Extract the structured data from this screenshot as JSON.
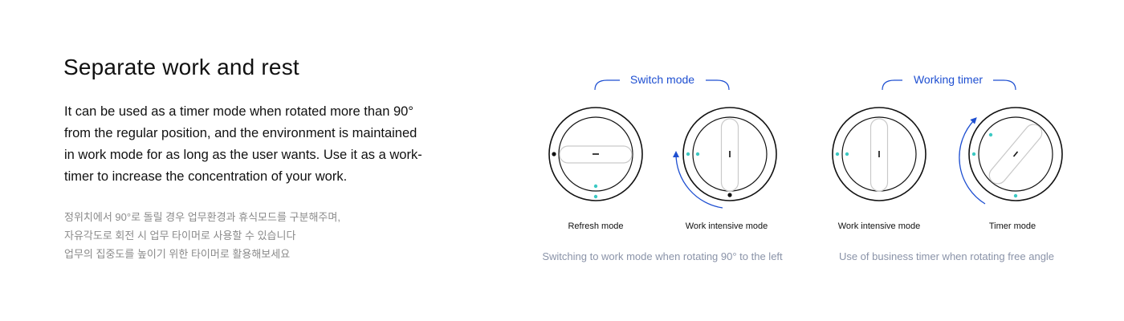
{
  "left": {
    "title": "Separate work and rest",
    "description_lines": [
      "It can be used as a timer mode when rotated more than  90°",
      "from the regular position, and the environment is maintained",
      "in work mode for as long as the user wants. Use it as a work-",
      "timer to increase the concentration of your work."
    ],
    "korean_lines": [
      "정위치에서 90°로 돌릴 경우 업무환경과 휴식모드를 구분해주며,",
      "자유각도로 회전 시 업무 타이머로 사용할 수 있습니다",
      "업무의 집중도를 높이기 위한 타이머로 활용해보세요"
    ]
  },
  "groups": [
    {
      "header": "Switch mode",
      "modes": [
        "Refresh mode",
        "Work intensive mode"
      ],
      "caption": "Switching to work mode when rotating 90° to the left"
    },
    {
      "header": "Working timer",
      "modes": [
        "Work intensive mode",
        "Timer mode"
      ],
      "caption": "Use of business timer when rotating free angle"
    }
  ],
  "colors": {
    "accent_blue": "#1e4fd1",
    "teal_dot": "#3cc9c3",
    "outline": "#111111",
    "caption_gray": "#8a93a8"
  }
}
